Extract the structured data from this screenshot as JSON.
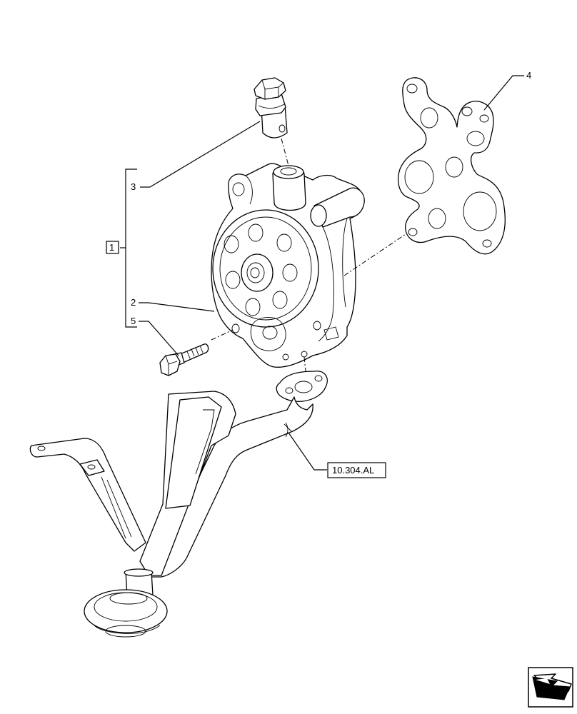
{
  "callouts": {
    "c1": "1",
    "c2": "2",
    "c3": "3",
    "c4": "4",
    "c5": "5"
  },
  "reference": "10.304.AL",
  "icons": {
    "nav": "previous-page-arrow-icon"
  }
}
